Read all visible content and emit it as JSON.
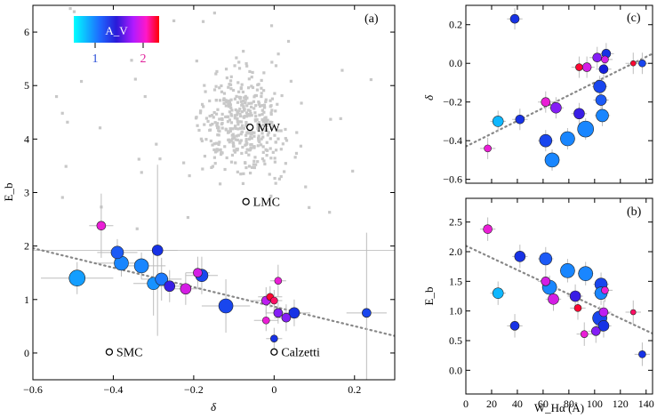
{
  "chart_data": [
    {
      "panel_label": "(a)",
      "type": "scatter",
      "xlabel": "δ",
      "ylabel": "E_b",
      "xlim": [
        -0.6,
        0.3
      ],
      "ylim": [
        -0.5,
        6.5
      ],
      "xticks": [
        -0.6,
        -0.4,
        -0.2,
        0.0,
        0.2
      ],
      "xtick_labels": [
        "−0.6",
        "−0.4",
        "−0.2",
        "0",
        "0.2"
      ],
      "yticks": [
        0,
        1,
        2,
        3,
        4,
        5,
        6
      ],
      "ytick_labels": [
        "0",
        "1",
        "2",
        "3",
        "4",
        "5",
        "6"
      ],
      "colorbar": {
        "label": "A_V",
        "ticks": [
          1,
          2
        ],
        "tick_labels": [
          "1",
          "2"
        ],
        "range": [
          0.3,
          2.5
        ]
      },
      "reference_points": [
        {
          "name": "MW",
          "x": -0.06,
          "y": 4.22
        },
        {
          "name": "LMC",
          "x": -0.07,
          "y": 2.83
        },
        {
          "name": "SMC",
          "x": -0.41,
          "y": 0.02
        },
        {
          "name": "Calzetti",
          "x": 0.0,
          "y": 0.02
        }
      ],
      "hline": 1.92,
      "fit_line": {
        "x": [
          -0.6,
          0.3
        ],
        "y": [
          1.96,
          0.32
        ]
      },
      "series": [
        {
          "x": -0.49,
          "y": 1.4,
          "xerr": 0.09,
          "yerr": 0.3,
          "av": 0.7,
          "size": 9
        },
        {
          "x": -0.39,
          "y": 1.88,
          "xerr": 0.05,
          "yerr": 0.25,
          "av": 1.0,
          "size": 7
        },
        {
          "x": -0.38,
          "y": 1.68,
          "xerr": 0.06,
          "yerr": 0.25,
          "av": 0.8,
          "size": 8
        },
        {
          "x": -0.43,
          "y": 2.38,
          "xerr": 0.03,
          "yerr": 0.6,
          "av": 2.0,
          "size": 5
        },
        {
          "x": -0.33,
          "y": 1.63,
          "xerr": 0.06,
          "yerr": 0.25,
          "av": 0.8,
          "size": 8
        },
        {
          "x": -0.3,
          "y": 1.3,
          "xerr": 0.05,
          "yerr": 0.6,
          "av": 0.75,
          "size": 7
        },
        {
          "x": -0.29,
          "y": 1.92,
          "xerr": 0.05,
          "yerr": 1.6,
          "av": 1.2,
          "size": 6
        },
        {
          "x": -0.28,
          "y": 1.38,
          "xerr": 0.05,
          "yerr": 0.4,
          "av": 0.85,
          "size": 7
        },
        {
          "x": -0.26,
          "y": 1.25,
          "xerr": 0.04,
          "yerr": 0.3,
          "av": 1.4,
          "size": 6
        },
        {
          "x": -0.22,
          "y": 1.2,
          "xerr": 0.03,
          "yerr": 0.3,
          "av": 1.9,
          "size": 6
        },
        {
          "x": -0.19,
          "y": 1.5,
          "xerr": 0.03,
          "yerr": 0.3,
          "av": 1.9,
          "size": 5
        },
        {
          "x": -0.18,
          "y": 1.45,
          "xerr": 0.04,
          "yerr": 0.35,
          "av": 1.1,
          "size": 7
        },
        {
          "x": -0.12,
          "y": 0.88,
          "xerr": 0.06,
          "yerr": 0.5,
          "av": 1.1,
          "size": 8
        },
        {
          "x": -0.02,
          "y": 0.98,
          "xerr": 0.04,
          "yerr": 0.25,
          "av": 1.8,
          "size": 5
        },
        {
          "x": -0.01,
          "y": 1.05,
          "xerr": 0.03,
          "yerr": 0.2,
          "av": 2.4,
          "size": 4
        },
        {
          "x": -0.02,
          "y": 0.61,
          "xerr": 0.03,
          "yerr": 0.2,
          "av": 2.0,
          "size": 4
        },
        {
          "x": 0.0,
          "y": 0.98,
          "xerr": 0.02,
          "yerr": 0.2,
          "av": 2.3,
          "size": 4
        },
        {
          "x": 0.01,
          "y": 1.35,
          "xerr": 0.02,
          "yerr": 0.3,
          "av": 2.0,
          "size": 4
        },
        {
          "x": 0.01,
          "y": 0.75,
          "xerr": 0.03,
          "yerr": 0.2,
          "av": 1.6,
          "size": 5
        },
        {
          "x": 0.03,
          "y": 0.66,
          "xerr": 0.03,
          "yerr": 0.25,
          "av": 1.6,
          "size": 5
        },
        {
          "x": 0.0,
          "y": 0.27,
          "xerr": 0.02,
          "yerr": 0.2,
          "av": 1.2,
          "size": 4
        },
        {
          "x": 0.05,
          "y": 0.75,
          "xerr": 0.04,
          "yerr": 0.25,
          "av": 1.2,
          "size": 6
        },
        {
          "x": 0.23,
          "y": 0.75,
          "xerr": 0.05,
          "yerr": 1.5,
          "av": 1.1,
          "size": 5
        }
      ]
    },
    {
      "panel_label": "(c)",
      "type": "scatter",
      "xlabel": "",
      "ylabel": "δ",
      "xlim": [
        0,
        145
      ],
      "ylim": [
        -0.62,
        0.3
      ],
      "xticks": [
        0,
        20,
        40,
        60,
        80,
        100,
        120,
        140
      ],
      "yticks": [
        -0.6,
        -0.4,
        -0.2,
        0.0,
        0.2
      ],
      "ytick_labels": [
        "−0.6",
        "−0.4",
        "−0.2",
        "0.0",
        "0.2"
      ],
      "fit_line": {
        "x": [
          0,
          145
        ],
        "y": [
          -0.43,
          0.05
        ]
      },
      "series": [
        {
          "x": 17,
          "y": -0.44,
          "av": 2.0,
          "size": 4
        },
        {
          "x": 25,
          "y": -0.3,
          "av": 0.6,
          "size": 6
        },
        {
          "x": 38,
          "y": 0.23,
          "av": 1.2,
          "size": 5
        },
        {
          "x": 42,
          "y": -0.29,
          "av": 1.2,
          "size": 5
        },
        {
          "x": 62,
          "y": -0.4,
          "av": 1.1,
          "size": 7
        },
        {
          "x": 62,
          "y": -0.2,
          "av": 2.0,
          "size": 5
        },
        {
          "x": 67,
          "y": -0.5,
          "av": 0.8,
          "size": 8
        },
        {
          "x": 70,
          "y": -0.23,
          "av": 1.6,
          "size": 6
        },
        {
          "x": 79,
          "y": -0.39,
          "av": 0.8,
          "size": 8
        },
        {
          "x": 88,
          "y": -0.26,
          "av": 1.4,
          "size": 6
        },
        {
          "x": 88,
          "y": -0.02,
          "av": 2.4,
          "size": 4
        },
        {
          "x": 93,
          "y": -0.34,
          "av": 0.8,
          "size": 9
        },
        {
          "x": 94,
          "y": -0.02,
          "av": 1.9,
          "size": 5
        },
        {
          "x": 102,
          "y": 0.03,
          "av": 1.6,
          "size": 5
        },
        {
          "x": 104,
          "y": -0.12,
          "av": 1.1,
          "size": 7
        },
        {
          "x": 105,
          "y": -0.19,
          "av": 1.0,
          "size": 6
        },
        {
          "x": 106,
          "y": -0.27,
          "av": 0.8,
          "size": 7
        },
        {
          "x": 107,
          "y": -0.03,
          "av": 1.3,
          "size": 5
        },
        {
          "x": 108,
          "y": 0.02,
          "av": 1.9,
          "size": 4
        },
        {
          "x": 109,
          "y": 0.05,
          "av": 1.2,
          "size": 5
        },
        {
          "x": 130,
          "y": 0.0,
          "av": 2.4,
          "size": 3
        },
        {
          "x": 137,
          "y": 0.0,
          "av": 1.1,
          "size": 4
        }
      ]
    },
    {
      "panel_label": "(b)",
      "type": "scatter",
      "xlabel": "W_Hα (Å)",
      "ylabel": "E_b",
      "xlim": [
        0,
        145
      ],
      "ylim": [
        -0.4,
        2.9
      ],
      "xticks": [
        0,
        20,
        40,
        60,
        80,
        100,
        120,
        140
      ],
      "xtick_labels": [
        "0",
        "20",
        "40",
        "60",
        "80",
        "100",
        "120",
        "140"
      ],
      "yticks": [
        0.0,
        0.5,
        1.0,
        1.5,
        2.0,
        2.5
      ],
      "ytick_labels": [
        "0.0",
        "0.5",
        "1.0",
        "1.5",
        "2.0",
        "2.5"
      ],
      "fit_line": {
        "x": [
          0,
          145
        ],
        "y": [
          2.1,
          0.62
        ]
      },
      "series": [
        {
          "x": 17,
          "y": 2.38,
          "av": 2.0,
          "size": 5
        },
        {
          "x": 25,
          "y": 1.3,
          "av": 0.6,
          "size": 6
        },
        {
          "x": 38,
          "y": 0.75,
          "av": 1.2,
          "size": 5
        },
        {
          "x": 42,
          "y": 1.92,
          "av": 1.2,
          "size": 6
        },
        {
          "x": 62,
          "y": 1.88,
          "av": 1.0,
          "size": 7
        },
        {
          "x": 62,
          "y": 1.5,
          "av": 1.9,
          "size": 5
        },
        {
          "x": 65,
          "y": 1.4,
          "av": 0.8,
          "size": 8
        },
        {
          "x": 68,
          "y": 1.2,
          "av": 1.9,
          "size": 6
        },
        {
          "x": 79,
          "y": 1.68,
          "av": 0.8,
          "size": 8
        },
        {
          "x": 85,
          "y": 1.25,
          "av": 1.4,
          "size": 6
        },
        {
          "x": 87,
          "y": 1.05,
          "av": 2.4,
          "size": 4
        },
        {
          "x": 92,
          "y": 0.61,
          "av": 2.0,
          "size": 4
        },
        {
          "x": 93,
          "y": 1.63,
          "av": 0.8,
          "size": 8
        },
        {
          "x": 101,
          "y": 0.66,
          "av": 1.6,
          "size": 5
        },
        {
          "x": 104,
          "y": 0.88,
          "av": 1.1,
          "size": 8
        },
        {
          "x": 105,
          "y": 1.45,
          "av": 1.1,
          "size": 7
        },
        {
          "x": 105,
          "y": 1.3,
          "av": 0.8,
          "size": 7
        },
        {
          "x": 107,
          "y": 0.75,
          "av": 1.2,
          "size": 6
        },
        {
          "x": 107,
          "y": 0.98,
          "av": 1.8,
          "size": 5
        },
        {
          "x": 108,
          "y": 1.35,
          "av": 2.0,
          "size": 4
        },
        {
          "x": 130,
          "y": 0.98,
          "av": 2.3,
          "size": 3
        },
        {
          "x": 137,
          "y": 0.27,
          "av": 1.2,
          "size": 4
        }
      ]
    }
  ]
}
